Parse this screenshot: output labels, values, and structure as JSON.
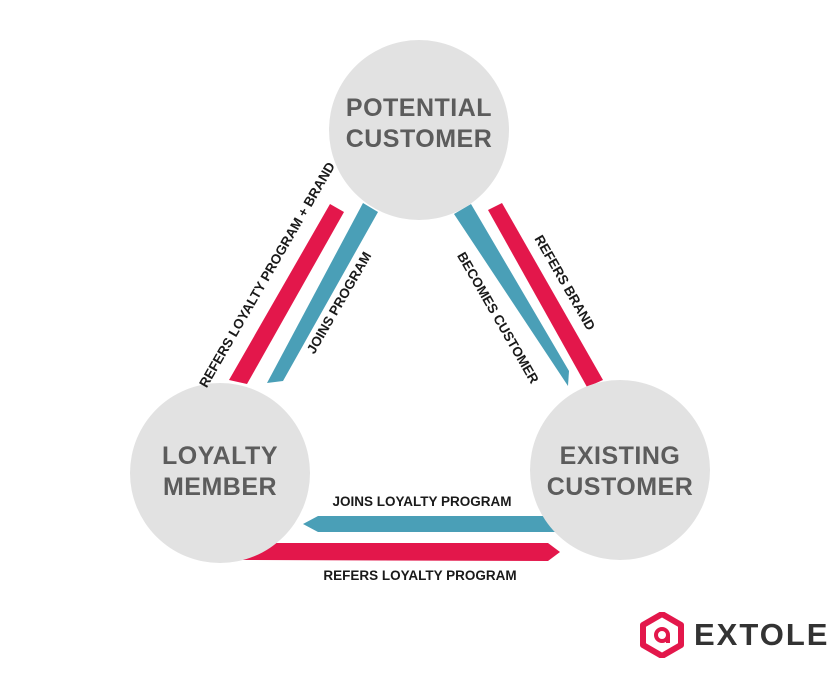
{
  "colors": {
    "circle": "#e2e2e2",
    "refer_arrow": "#e3174b",
    "join_arrow": "#4a9fb7",
    "node_text": "#5c5c5c",
    "logo_accent": "#e3174b"
  },
  "nodes": {
    "potential": {
      "line1": "POTENTIAL",
      "line2": "CUSTOMER"
    },
    "loyalty": {
      "line1": "LOYALTY",
      "line2": "MEMBER"
    },
    "existing": {
      "line1": "EXISTING",
      "line2": "CUSTOMER"
    }
  },
  "edges": {
    "refers_loyalty_brand": "REFERS LOYALTY PROGRAM + BRAND",
    "joins_program": "JOINS PROGRAM",
    "becomes_customer": "BECOMES CUSTOMER",
    "refers_brand": "REFERS BRAND",
    "joins_loyalty_program": "JOINS LOYALTY PROGRAM",
    "refers_loyalty_program": "REFERS LOYALTY PROGRAM"
  },
  "logo": {
    "text": "EXTOLE",
    "icon": "extole-hexagon-icon"
  }
}
